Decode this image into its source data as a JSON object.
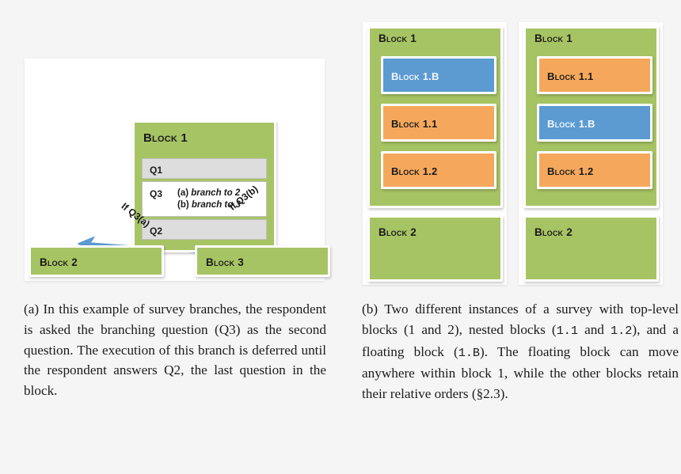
{
  "figure": {
    "background_color": "#f5f5f5",
    "palette": {
      "green": "#a7c464",
      "orange": "#f5a85c",
      "blue": "#5b9bd2",
      "grey_row": "#dddddd",
      "white_row": "#ffffff",
      "arrow": "#5b9bd2",
      "panel": "#ffffff"
    }
  },
  "panel_a": {
    "block1": {
      "label": "Block 1"
    },
    "questions": [
      {
        "id": "q1",
        "label": "Q1",
        "style": "grey"
      },
      {
        "id": "q3",
        "label": "Q3",
        "style": "white",
        "branches": [
          {
            "marker": "(a)",
            "text": "branch to 2"
          },
          {
            "marker": "(b)",
            "text": "branch to 3"
          }
        ]
      },
      {
        "id": "q2",
        "label": "Q2",
        "style": "grey"
      }
    ],
    "block2": {
      "label": "Block 2"
    },
    "block3": {
      "label": "Block 3"
    },
    "arrow_labels": {
      "left": "If Q3(a)",
      "right": "If Q3(b)"
    }
  },
  "panel_b": {
    "instances": [
      {
        "name": "instance-1",
        "block1": {
          "label": "Block 1"
        },
        "children": [
          {
            "label": "Block 1.B",
            "color": "blue"
          },
          {
            "label": "Block 1.1",
            "color": "orange"
          },
          {
            "label": "Block 1.2",
            "color": "orange"
          }
        ],
        "block2": {
          "label": "Block 2"
        }
      },
      {
        "name": "instance-2",
        "block1": {
          "label": "Block 1"
        },
        "children": [
          {
            "label": "Block 1.1",
            "color": "orange"
          },
          {
            "label": "Block 1.B",
            "color": "blue"
          },
          {
            "label": "Block 1.2",
            "color": "orange"
          }
        ],
        "block2": {
          "label": "Block 2"
        }
      }
    ]
  },
  "captions": {
    "a": "(a) In this example of survey branches, the respondent is asked the branching question (Q3) as the second question. The execution of this branch is deferred until the respondent answers Q2, the last question in the block.",
    "b_parts": {
      "p1": "(b) Two different instances of a survey with top-level blocks (1 and 2), nested blocks (",
      "mono1": "1.1",
      "p2": " and ",
      "mono2": "1.2",
      "p3": "), and a floating block (",
      "mono3": "1.B",
      "p4": "). The floating block can move anywhere within block 1, while the other blocks retain their relative orders (§2.3)."
    }
  }
}
